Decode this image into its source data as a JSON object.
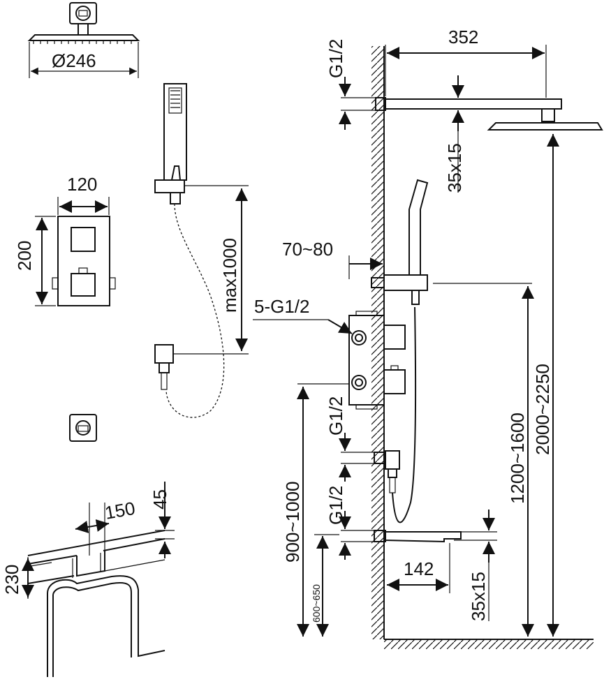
{
  "dimensions": {
    "head_diameter": "Ø246",
    "box_width": "120",
    "box_height": "200",
    "hose_length": "max1000",
    "recess_width": "150",
    "recess_depth": "45",
    "recess_height": "230",
    "arm_length": "352",
    "thread_top": "G1/2",
    "arm_offset": "35x15",
    "wall_gap": "70~80",
    "valve_threads": "5-G1/2",
    "thread_mid": "G1/2",
    "thread_bottom": "G1/2",
    "valve_height": "900~1000",
    "spout_height": "600~650",
    "spout_length": "142",
    "spout_offset": "35x15",
    "holder_height": "1200~1600",
    "head_height": "2000~2250"
  }
}
